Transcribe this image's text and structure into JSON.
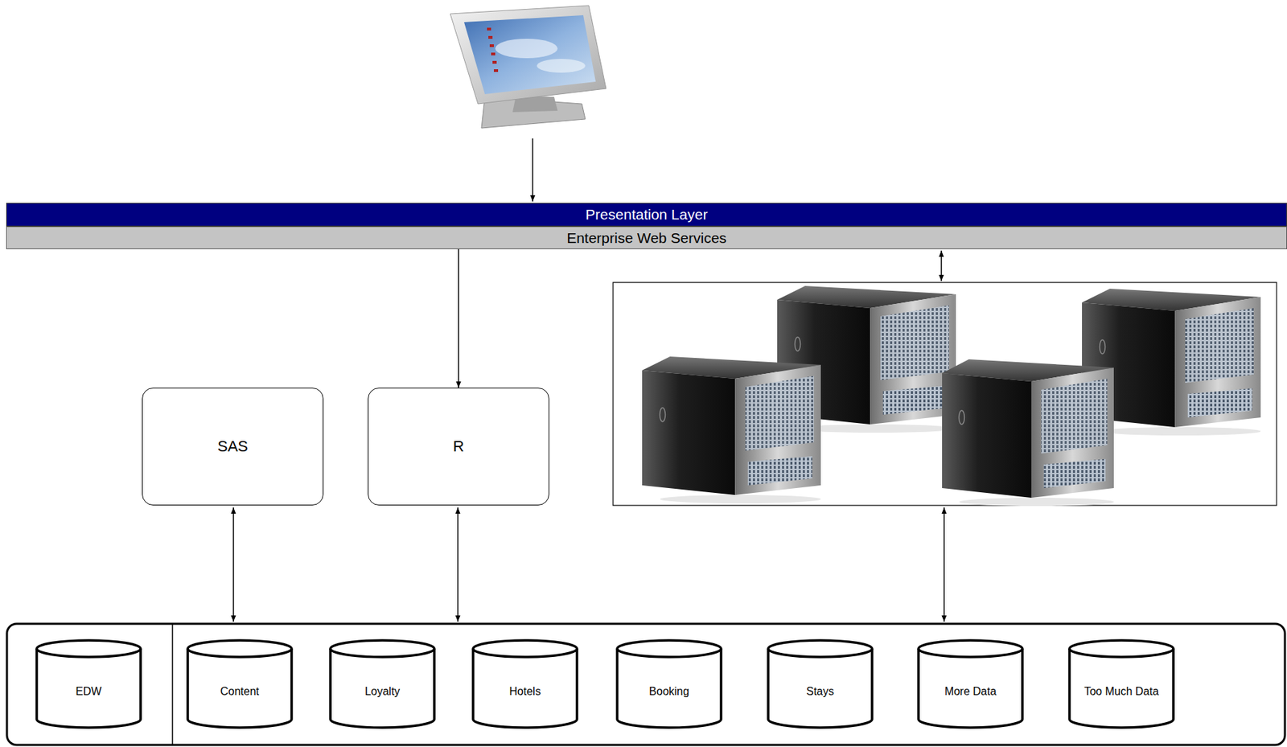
{
  "diagram": {
    "nodes": [
      {
        "text": [
          "Presentation Layer"
        ]
      },
      {
        "text": [
          "Enterprise Web Services"
        ]
      },
      {
        "text": [
          "SAS"
        ]
      },
      {
        "text": [
          "R"
        ]
      },
      {
        "text": [
          "EDW"
        ]
      },
      {
        "text": [
          "Content"
        ]
      },
      {
        "text": [
          "Loyalty"
        ]
      },
      {
        "text": [
          "Hotels"
        ]
      },
      {
        "text": [
          "Booking"
        ]
      },
      {
        "text": [
          "Stays"
        ]
      },
      {
        "text": [
          "More Data"
        ]
      },
      {
        "text": [
          "Too Much Data"
        ]
      }
    ],
    "edges": [
      {
        "from": 1,
        "to": 3,
        "arrow": "to"
      }
    ]
  }
}
